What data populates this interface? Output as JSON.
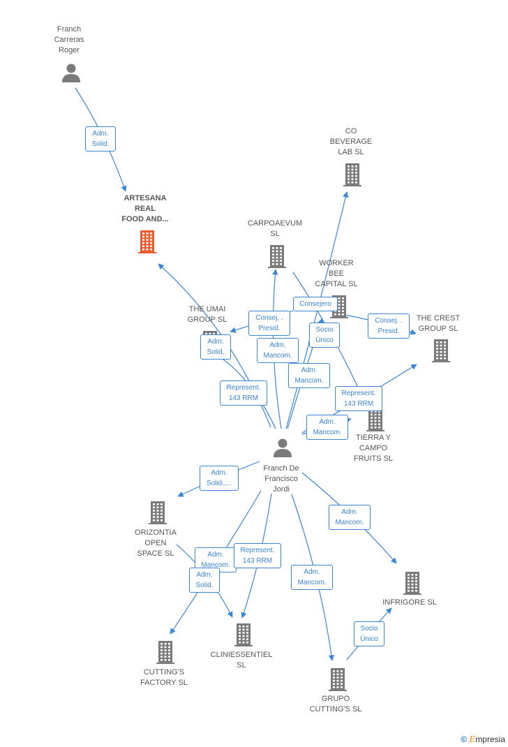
{
  "people": [
    {
      "id": "franch_carreras",
      "label": "Franch\nCarreras\nRoger"
    },
    {
      "id": "franch_de_francisco",
      "label": "Franch De\nFrancisco\nJordi"
    }
  ],
  "companies": [
    {
      "id": "artesana",
      "label": "ARTESANA\nREAL\nFOOD AND...",
      "highlighted": true
    },
    {
      "id": "co_beverage",
      "label": "CO\nBEVERAGE\nLAB  SL"
    },
    {
      "id": "carpoaevum",
      "label": "CARPOAEVUM\nSL"
    },
    {
      "id": "worker_bee",
      "label": "WORKER\nBEE\nCAPITAL  SL"
    },
    {
      "id": "umai",
      "label": "THE UMAI\nGROUP  SL"
    },
    {
      "id": "crest",
      "label": "THE CREST\nGROUP  SL"
    },
    {
      "id": "tierra",
      "label": "TIERRA Y\nCAMPO\nFRUITS  SL"
    },
    {
      "id": "orizontia",
      "label": "ORIZONTIA\nOPEN\nSPACE  SL"
    },
    {
      "id": "infrigore",
      "label": "INFRIGORE SL"
    },
    {
      "id": "cliniessentiel",
      "label": "CLINIESSENTIEL\nSL"
    },
    {
      "id": "cuttings_factory",
      "label": "CUTTING'S\nFACTORY  SL"
    },
    {
      "id": "grupo_cuttings",
      "label": "GRUPO\nCUTTING'S SL"
    }
  ],
  "relations": [
    {
      "id": "r1",
      "label": "Adm.\nSolid."
    },
    {
      "id": "r2",
      "label": "Consej. .\nPresid."
    },
    {
      "id": "r3",
      "label": "Consejero"
    },
    {
      "id": "r4",
      "label": "Adm.\nSolid."
    },
    {
      "id": "r5",
      "label": "Adm.\nMancom."
    },
    {
      "id": "r6",
      "label": "Socio\nÚnico"
    },
    {
      "id": "r7",
      "label": "Consej. .\nPresid."
    },
    {
      "id": "r8",
      "label": "Adm.\nMancom."
    },
    {
      "id": "r9",
      "label": "Represent.\n143 RRM"
    },
    {
      "id": "r10",
      "label": "Represent.\n143 RRM"
    },
    {
      "id": "r11",
      "label": "Adm.\nMancom."
    },
    {
      "id": "r12",
      "label": "Adm.\nSolid.,..."
    },
    {
      "id": "r13",
      "label": "Adm.\nMancom."
    },
    {
      "id": "r14",
      "label": "Adm.\nMancom."
    },
    {
      "id": "r15",
      "label": "Represent.\n143 RRM"
    },
    {
      "id": "r16",
      "label": "Adm.\nSolid."
    },
    {
      "id": "r17",
      "label": "Adm.\nMancom."
    },
    {
      "id": "r18",
      "label": "Socio\nÚnico"
    }
  ],
  "colors": {
    "edge": "#3a85d6",
    "node_icon": "#7a7a7a",
    "highlight_icon": "#f0592a",
    "label_text": "#555555"
  },
  "brand": {
    "copyright": "©",
    "name": "mpresia",
    "initial": "E"
  }
}
